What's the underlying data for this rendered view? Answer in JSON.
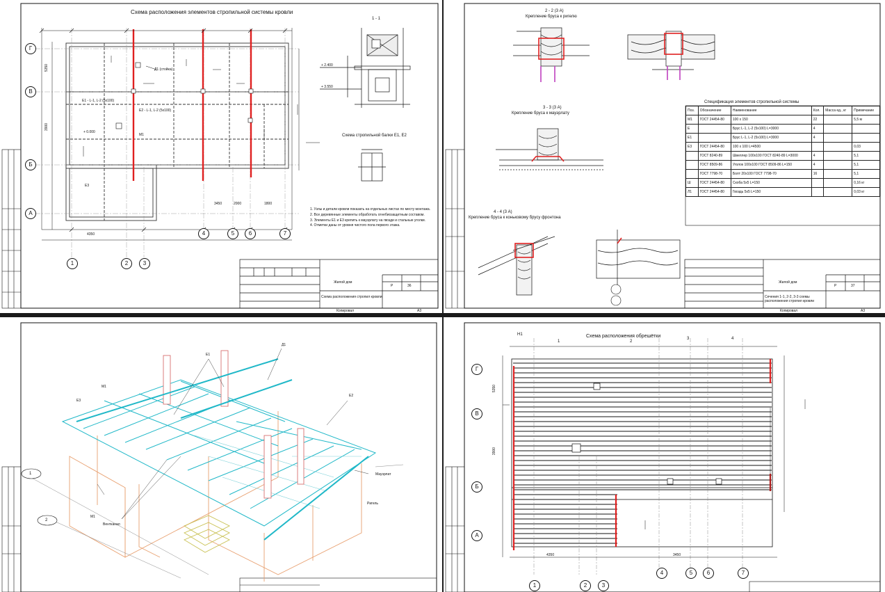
{
  "sheet1": {
    "title": "Схема расположения элементов стропильной системы кровли",
    "section_1_1": "1 - 1",
    "section_title_e": "Схема стропильной балки Е1, Е2",
    "marks": {
      "p1": "+ 2.400",
      "p2": "+ 3.550",
      "p3": "+ 0.000"
    },
    "axes_h": [
      "Г",
      "В",
      "Б",
      "А"
    ],
    "axes_v": [
      "1",
      "2",
      "3",
      "4",
      "5",
      "6",
      "7"
    ],
    "labels": [
      "Е1 - L-1, L-2 (5х100)",
      "Е2 - L-1, L-2 (5х100)",
      "Е3",
      "М1",
      "Д1 (стойка)"
    ],
    "dims": [
      "4350",
      "3450",
      "5350",
      "3900",
      "2000",
      "1800"
    ],
    "notes": [
      "1. Узлы и детали кровли показать на отдельных листах по месту монтажа.",
      "2. Все деревянные элементы обработать огнебиозащитным составом.",
      "3. Элементы Е1 и Е3 крепить к мауэрлату на гвозди и стальные уголки.",
      "4. Отметки даны от уровня чистого пола первого этажа."
    ],
    "titleblock": {
      "project": "Жилой дом",
      "stage": "Р",
      "sheet_no": "36",
      "sheet_name": "Схема расположения стропил кровли",
      "format": "А3",
      "copied": "Копировал"
    }
  },
  "sheet2": {
    "detail_2_2": "2 - 2 (3 А)",
    "detail_2_2_caption": "Крепление бруса к ригелю",
    "detail_3_3": "3 - 3 (3 А)",
    "detail_3_3_caption": "Крепление бруса к мауэрлату",
    "detail_4_4": "4 - 4 (3 А)",
    "detail_4_4_caption": "Крепление бруса к коньковому брусу фронтона",
    "spec_title": "Спецификация элементов стропильной системы",
    "spec_head": [
      "Поз.",
      "Обозначение",
      "Наименование",
      "Кол.",
      "Масса ед., кг",
      "Примечание"
    ],
    "spec_rows": [
      [
        "М1",
        "ГОСТ 24454-80",
        "100 х 150",
        "22",
        "",
        "5,5 м"
      ],
      [
        "Е",
        "",
        "Брус L-1, L-2 (5х100) L=3000",
        "4",
        "",
        ""
      ],
      [
        "Е1",
        "",
        "Брус L-1, L-2 (5х100) L=3000",
        "4",
        "",
        ""
      ],
      [
        "Е3",
        "ГОСТ 24454-80",
        "100 х 100 L=4500",
        "",
        "",
        "0,03"
      ],
      [
        "",
        "ГОСТ 8240-89",
        "Швеллер 100х100 ГОСТ 8240-89 L=3000",
        "4",
        "",
        "5,1"
      ],
      [
        "",
        "ГОСТ 8509-86",
        "Уголок 100х100 ГОСТ 8509-86 L=150",
        "4",
        "",
        "5,1"
      ],
      [
        "",
        "ГОСТ 7798-70",
        "Болт 20х100 ГОСТ 7798-70",
        "16",
        "",
        "5,1"
      ],
      [
        "Ш",
        "ГОСТ 24454-80",
        "Скоба 5х5 L=150",
        "",
        "",
        "0,16 кг"
      ],
      [
        "Л1",
        "ГОСТ 24454-80",
        "Гвоздь 5х5 L=150",
        "",
        "",
        "0,03 кг"
      ]
    ],
    "titleblock": {
      "project": "Жилой дом",
      "stage": "Р",
      "sheet_no": "37",
      "sheet_name": "Сечения 1-1, 2-2, 3-3 схемы расположения стропил кровли",
      "format": "А3",
      "copied": "Копировал"
    }
  },
  "sheet3": {
    "labels": [
      "Е1",
      "Е2",
      "Е3",
      "М1",
      "М1",
      "Д1",
      "Мауэрлат",
      "Ригель",
      "Вентканал"
    ],
    "axis_tags": [
      "1",
      "2"
    ]
  },
  "sheet4": {
    "title": "Схема расположения обрешётки",
    "axes_h": [
      "Г",
      "В",
      "Б",
      "А"
    ],
    "axes_v_top": [
      "Н1",
      "1",
      "2",
      "3",
      "4"
    ],
    "axes_v_bot": [
      "1",
      "2",
      "3",
      "4",
      "5",
      "6",
      "7"
    ],
    "dims_bottom": [
      "4350",
      "3450",
      "5350",
      "3900"
    ]
  },
  "colors": {
    "line": "#111111",
    "red": "#e02020",
    "cyan": "#20b8c8",
    "orange": "#e8a070",
    "yellow": "#d8d060",
    "gray": "#888888"
  }
}
